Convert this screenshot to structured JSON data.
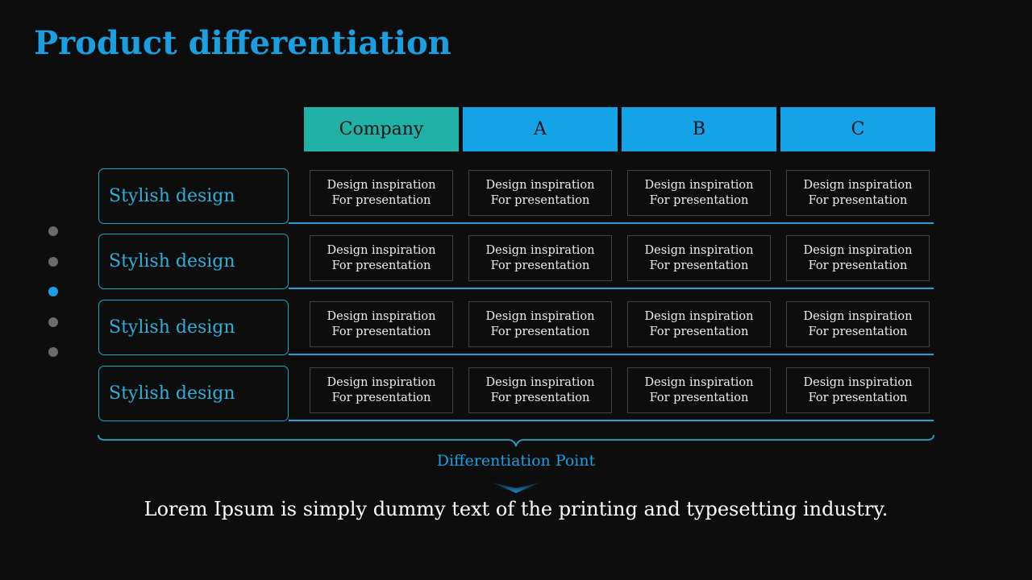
{
  "title": "Product differentiation",
  "headers": [
    "Company",
    "A",
    "B",
    "C"
  ],
  "colors": {
    "company": "#20b2a6",
    "column": "#14a3e6",
    "accent": "#1aa0e0"
  },
  "rows": [
    {
      "label": "Stylish design",
      "cells": [
        [
          "Design inspiration",
          "For presentation"
        ],
        [
          "Design inspiration",
          "For presentation"
        ],
        [
          "Design inspiration",
          "For presentation"
        ],
        [
          "Design inspiration",
          "For presentation"
        ]
      ]
    },
    {
      "label": "Stylish design",
      "cells": [
        [
          "Design inspiration",
          "For presentation"
        ],
        [
          "Design inspiration",
          "For presentation"
        ],
        [
          "Design inspiration",
          "For presentation"
        ],
        [
          "Design inspiration",
          "For presentation"
        ]
      ]
    },
    {
      "label": "Stylish design",
      "cells": [
        [
          "Design inspiration",
          "For presentation"
        ],
        [
          "Design inspiration",
          "For presentation"
        ],
        [
          "Design inspiration",
          "For presentation"
        ],
        [
          "Design inspiration",
          "For presentation"
        ]
      ]
    },
    {
      "label": "Stylish design",
      "cells": [
        [
          "Design inspiration",
          "For presentation"
        ],
        [
          "Design inspiration",
          "For presentation"
        ],
        [
          "Design inspiration",
          "For presentation"
        ],
        [
          "Design inspiration",
          "For presentation"
        ]
      ]
    }
  ],
  "pagination": {
    "total": 5,
    "active": 3
  },
  "brace_label": "Differentiation Point",
  "footer": "Lorem Ipsum is simply dummy text of the printing and typesetting industry."
}
